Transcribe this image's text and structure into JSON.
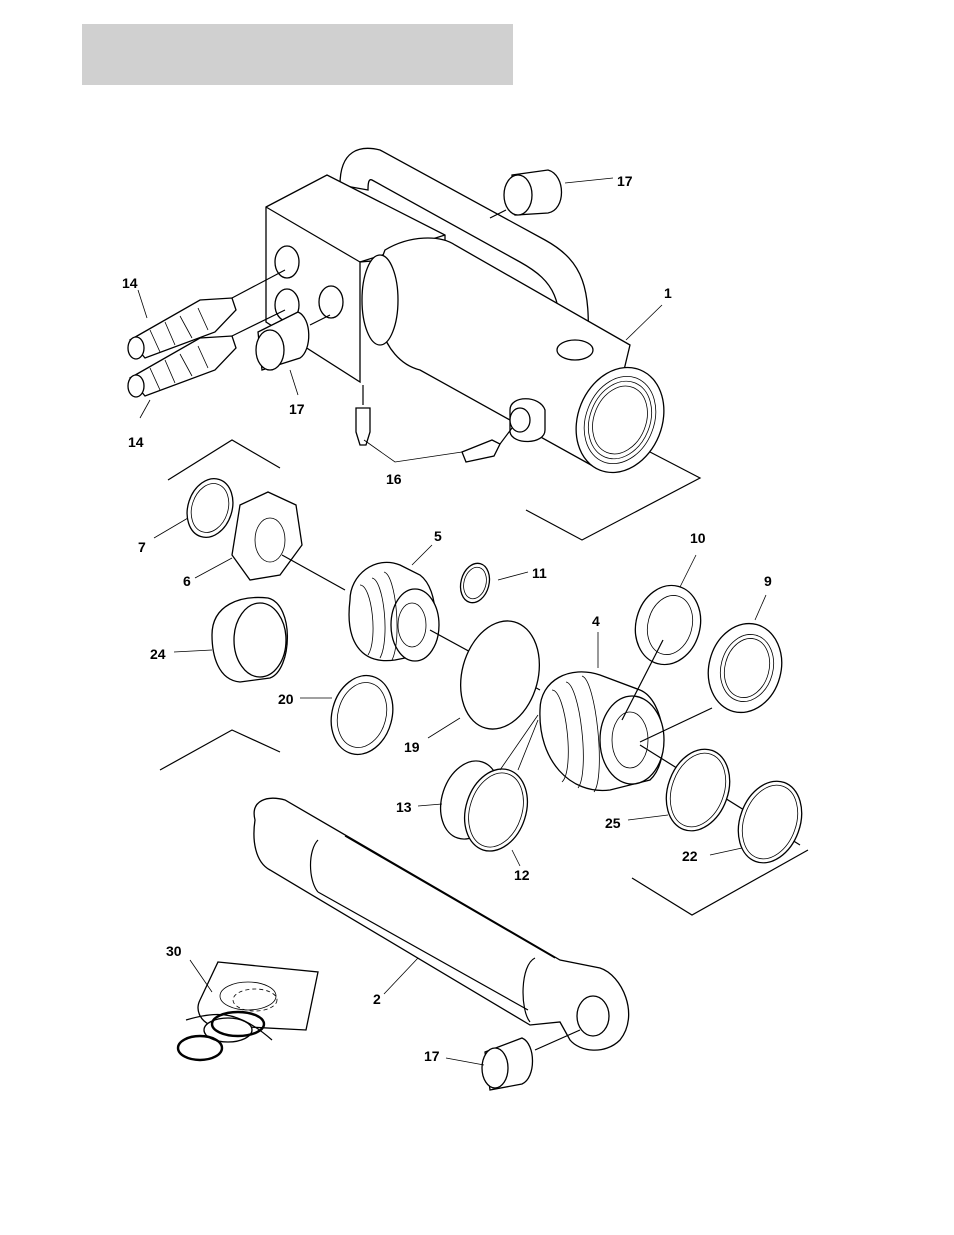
{
  "diagram": {
    "callouts": [
      {
        "id": "c-17a",
        "label": "17"
      },
      {
        "id": "c-1",
        "label": "1"
      },
      {
        "id": "c-14a",
        "label": "14"
      },
      {
        "id": "c-17b",
        "label": "17"
      },
      {
        "id": "c-14b",
        "label": "14"
      },
      {
        "id": "c-16",
        "label": "16"
      },
      {
        "id": "c-7",
        "label": "7"
      },
      {
        "id": "c-6",
        "label": "6"
      },
      {
        "id": "c-5",
        "label": "5"
      },
      {
        "id": "c-11",
        "label": "11"
      },
      {
        "id": "c-10",
        "label": "10"
      },
      {
        "id": "c-9",
        "label": "9"
      },
      {
        "id": "c-4",
        "label": "4"
      },
      {
        "id": "c-24",
        "label": "24"
      },
      {
        "id": "c-20",
        "label": "20"
      },
      {
        "id": "c-19",
        "label": "19"
      },
      {
        "id": "c-13",
        "label": "13"
      },
      {
        "id": "c-12",
        "label": "12"
      },
      {
        "id": "c-25",
        "label": "25"
      },
      {
        "id": "c-22",
        "label": "22"
      },
      {
        "id": "c-30",
        "label": "30"
      },
      {
        "id": "c-2",
        "label": "2"
      },
      {
        "id": "c-17c",
        "label": "17"
      }
    ]
  }
}
